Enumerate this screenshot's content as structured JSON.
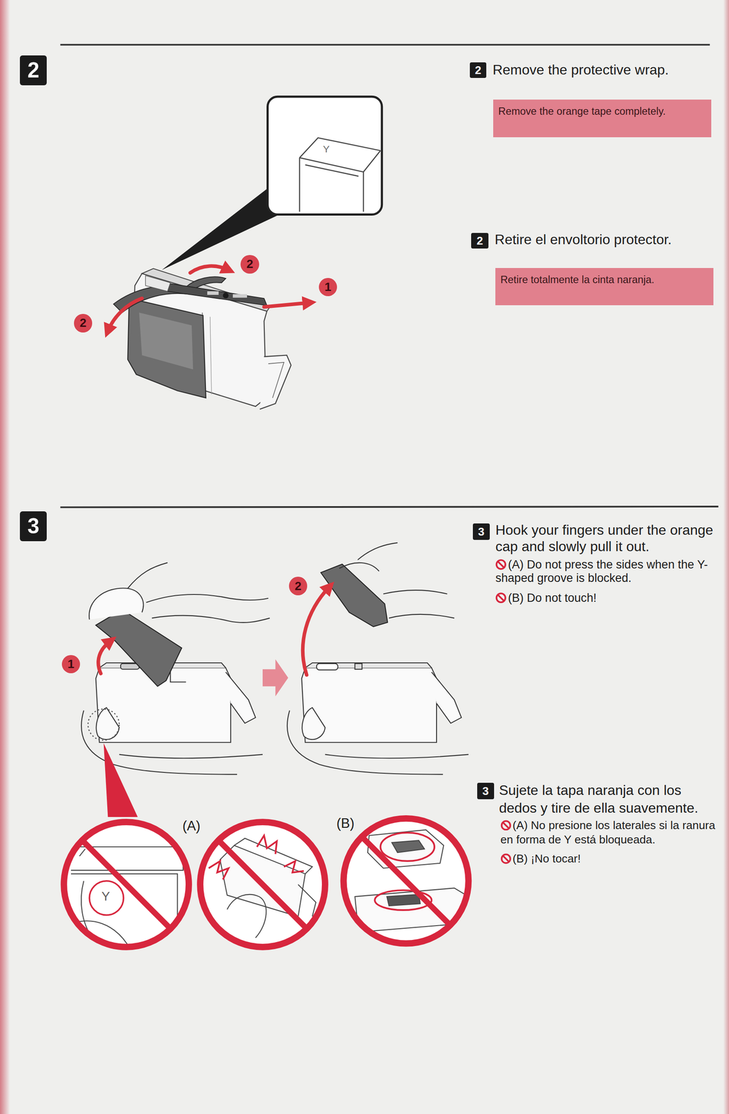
{
  "diagram": {
    "nodes": [
      {
        "text": [
          "2"
        ]
      },
      {
        "text": [
          "2"
        ]
      },
      {
        "text": [
          "Remove the orange tape completely."
        ]
      },
      {
        "text": [
          "2"
        ]
      },
      {
        "text": [
          "2"
        ]
      },
      {
        "text": [
          "Retire totalmente la cinta naranja."
        ]
      },
      {
        "text": [
          "1"
        ]
      },
      {
        "text": [
          "2"
        ]
      },
      {
        "text": [
          "3"
        ]
      },
      {
        "text": [
          "3"
        ]
      },
      {
        "text": [
          "2"
        ]
      },
      {
        "text": [
          "1"
        ]
      },
      {
        "text": [
          "3"
        ]
      }
    ],
    "labels": [
      "Remove the protective wrap.",
      "Retire el envoltorio protector.",
      "Hook your fingers under the orange cap and slowly pull it out.",
      "(A) Do not press the sides when the Y-shaped groove is blocked.",
      "(B) Do not touch!",
      "Sujete la tapa naranja con los dedos y tire de ella suavemente.",
      "(A) No presione los laterales si la ranura en forma de Y está bloqueada.",
      "(B) ¡No tocar!",
      "(A)",
      "(B)",
      "Y",
      "Y"
    ]
  }
}
